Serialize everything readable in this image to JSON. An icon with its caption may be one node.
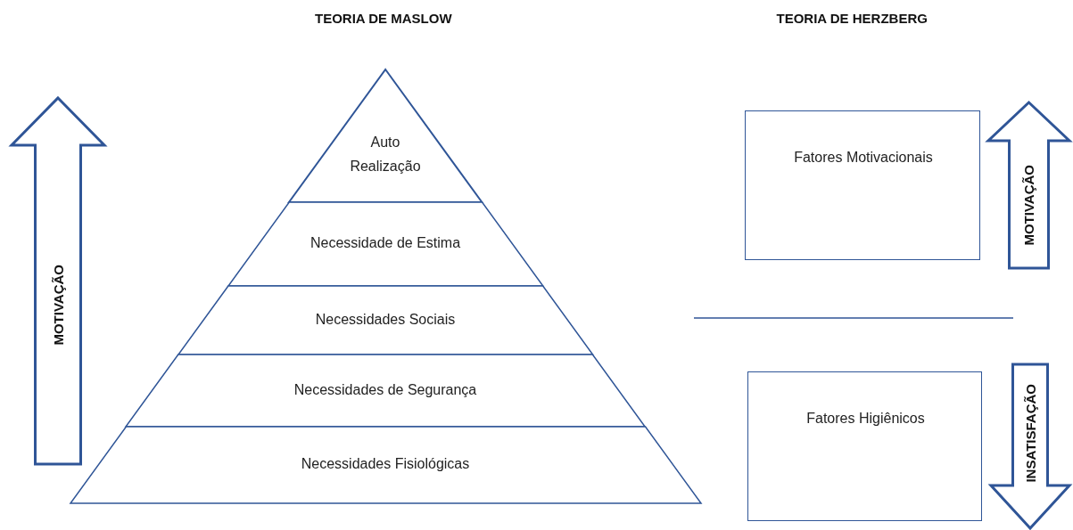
{
  "diagram": {
    "nodes": [
      {
        "text": [
          "MOTIVAÇÃO"
        ]
      },
      {
        "text": [
          "Auto Realização"
        ]
      },
      {
        "text": [
          "Necessidade de Estima"
        ]
      },
      {
        "text": [
          "Necessidades Sociais"
        ]
      },
      {
        "text": [
          "Necessidades de Segurança"
        ]
      },
      {
        "text": [
          "Necessidades Fisiológicas"
        ]
      },
      {
        "text": [
          "Fatores Motivacionais"
        ]
      },
      {
        "text": [
          "MOTIVAÇÃO"
        ]
      },
      {
        "text": [
          "Fatores Higiênicos"
        ]
      },
      {
        "text": [
          "INSATISFAÇÃO"
        ]
      }
    ],
    "labels": [
      "TEORIA DE MASLOW",
      "TEORIA DE HERZBERG"
    ]
  }
}
